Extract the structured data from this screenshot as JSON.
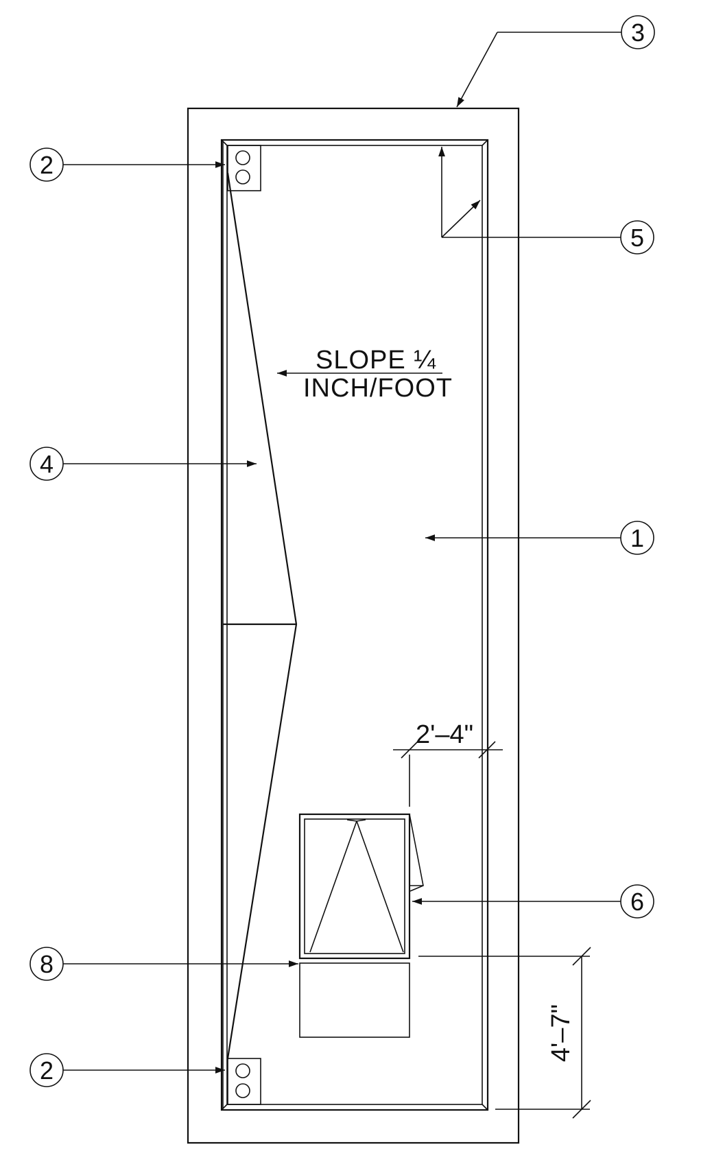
{
  "drawing": {
    "slope_line1": "SLOPE ¼",
    "slope_line2": "INCH/FOOT",
    "dim_horizontal": "2'–4\"",
    "dim_vertical": "4'–7\""
  },
  "callouts": {
    "c1": "1",
    "c2_top": "2",
    "c2_bottom": "2",
    "c3": "3",
    "c4": "4",
    "c5": "5",
    "c6": "6",
    "c8": "8"
  }
}
